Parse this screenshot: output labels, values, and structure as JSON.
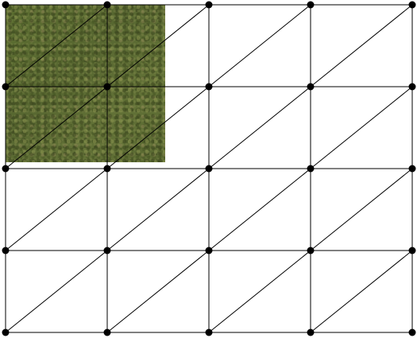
{
  "grid": {
    "columns": 4,
    "rows": 4
  },
  "texture": {
    "name": "grass-texture",
    "covers_cells": {
      "columns": 2,
      "rows": 2
    }
  },
  "colors": {
    "edge": "#000000",
    "vertex": "#000000",
    "background": "#ffffff",
    "texture": "#5f6f36"
  }
}
